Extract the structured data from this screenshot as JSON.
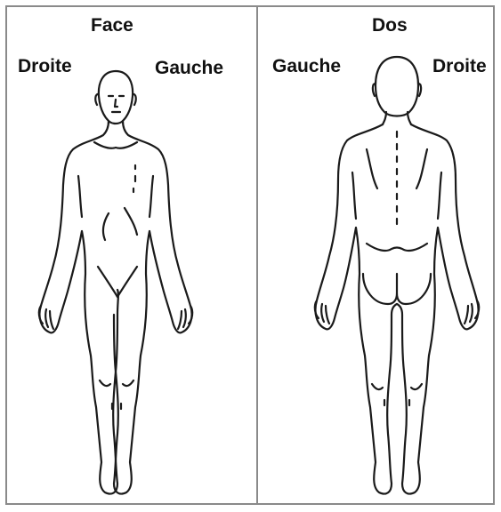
{
  "front": {
    "title": "Face",
    "left_side": "Droite",
    "right_side": "Gauche"
  },
  "back": {
    "title": "Dos",
    "left_side": "Gauche",
    "right_side": "Droite"
  }
}
